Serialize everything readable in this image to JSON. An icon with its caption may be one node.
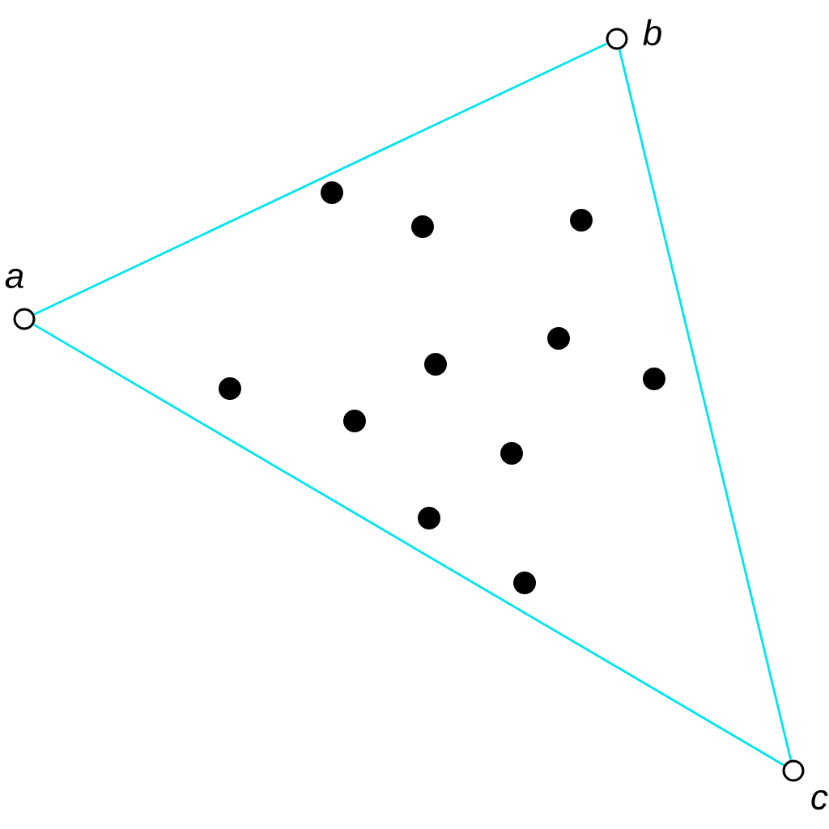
{
  "diagram": {
    "nodes": [
      {
        "text": [],
        "shape": "circle",
        "beside": [
          "a"
        ]
      },
      {
        "text": [],
        "shape": "circle",
        "beside": [
          "b"
        ]
      },
      {
        "text": [],
        "shape": "circle",
        "beside": [
          "c"
        ]
      },
      {
        "text": [],
        "shape": "dot"
      },
      {
        "text": [],
        "shape": "dot"
      },
      {
        "text": [],
        "shape": "dot"
      },
      {
        "text": [],
        "shape": "dot"
      },
      {
        "text": [],
        "shape": "dot"
      },
      {
        "text": [],
        "shape": "dot"
      },
      {
        "text": [],
        "shape": "dot"
      },
      {
        "text": [],
        "shape": "dot"
      },
      {
        "text": [],
        "shape": "dot"
      },
      {
        "text": [],
        "shape": "dot"
      },
      {
        "text": [],
        "shape": "dot"
      }
    ],
    "edges": [
      {
        "from": 0,
        "to": 1,
        "arrow": "none"
      },
      {
        "from": 1,
        "to": 2,
        "arrow": "none"
      },
      {
        "from": 2,
        "to": 0,
        "arrow": "none"
      }
    ]
  }
}
